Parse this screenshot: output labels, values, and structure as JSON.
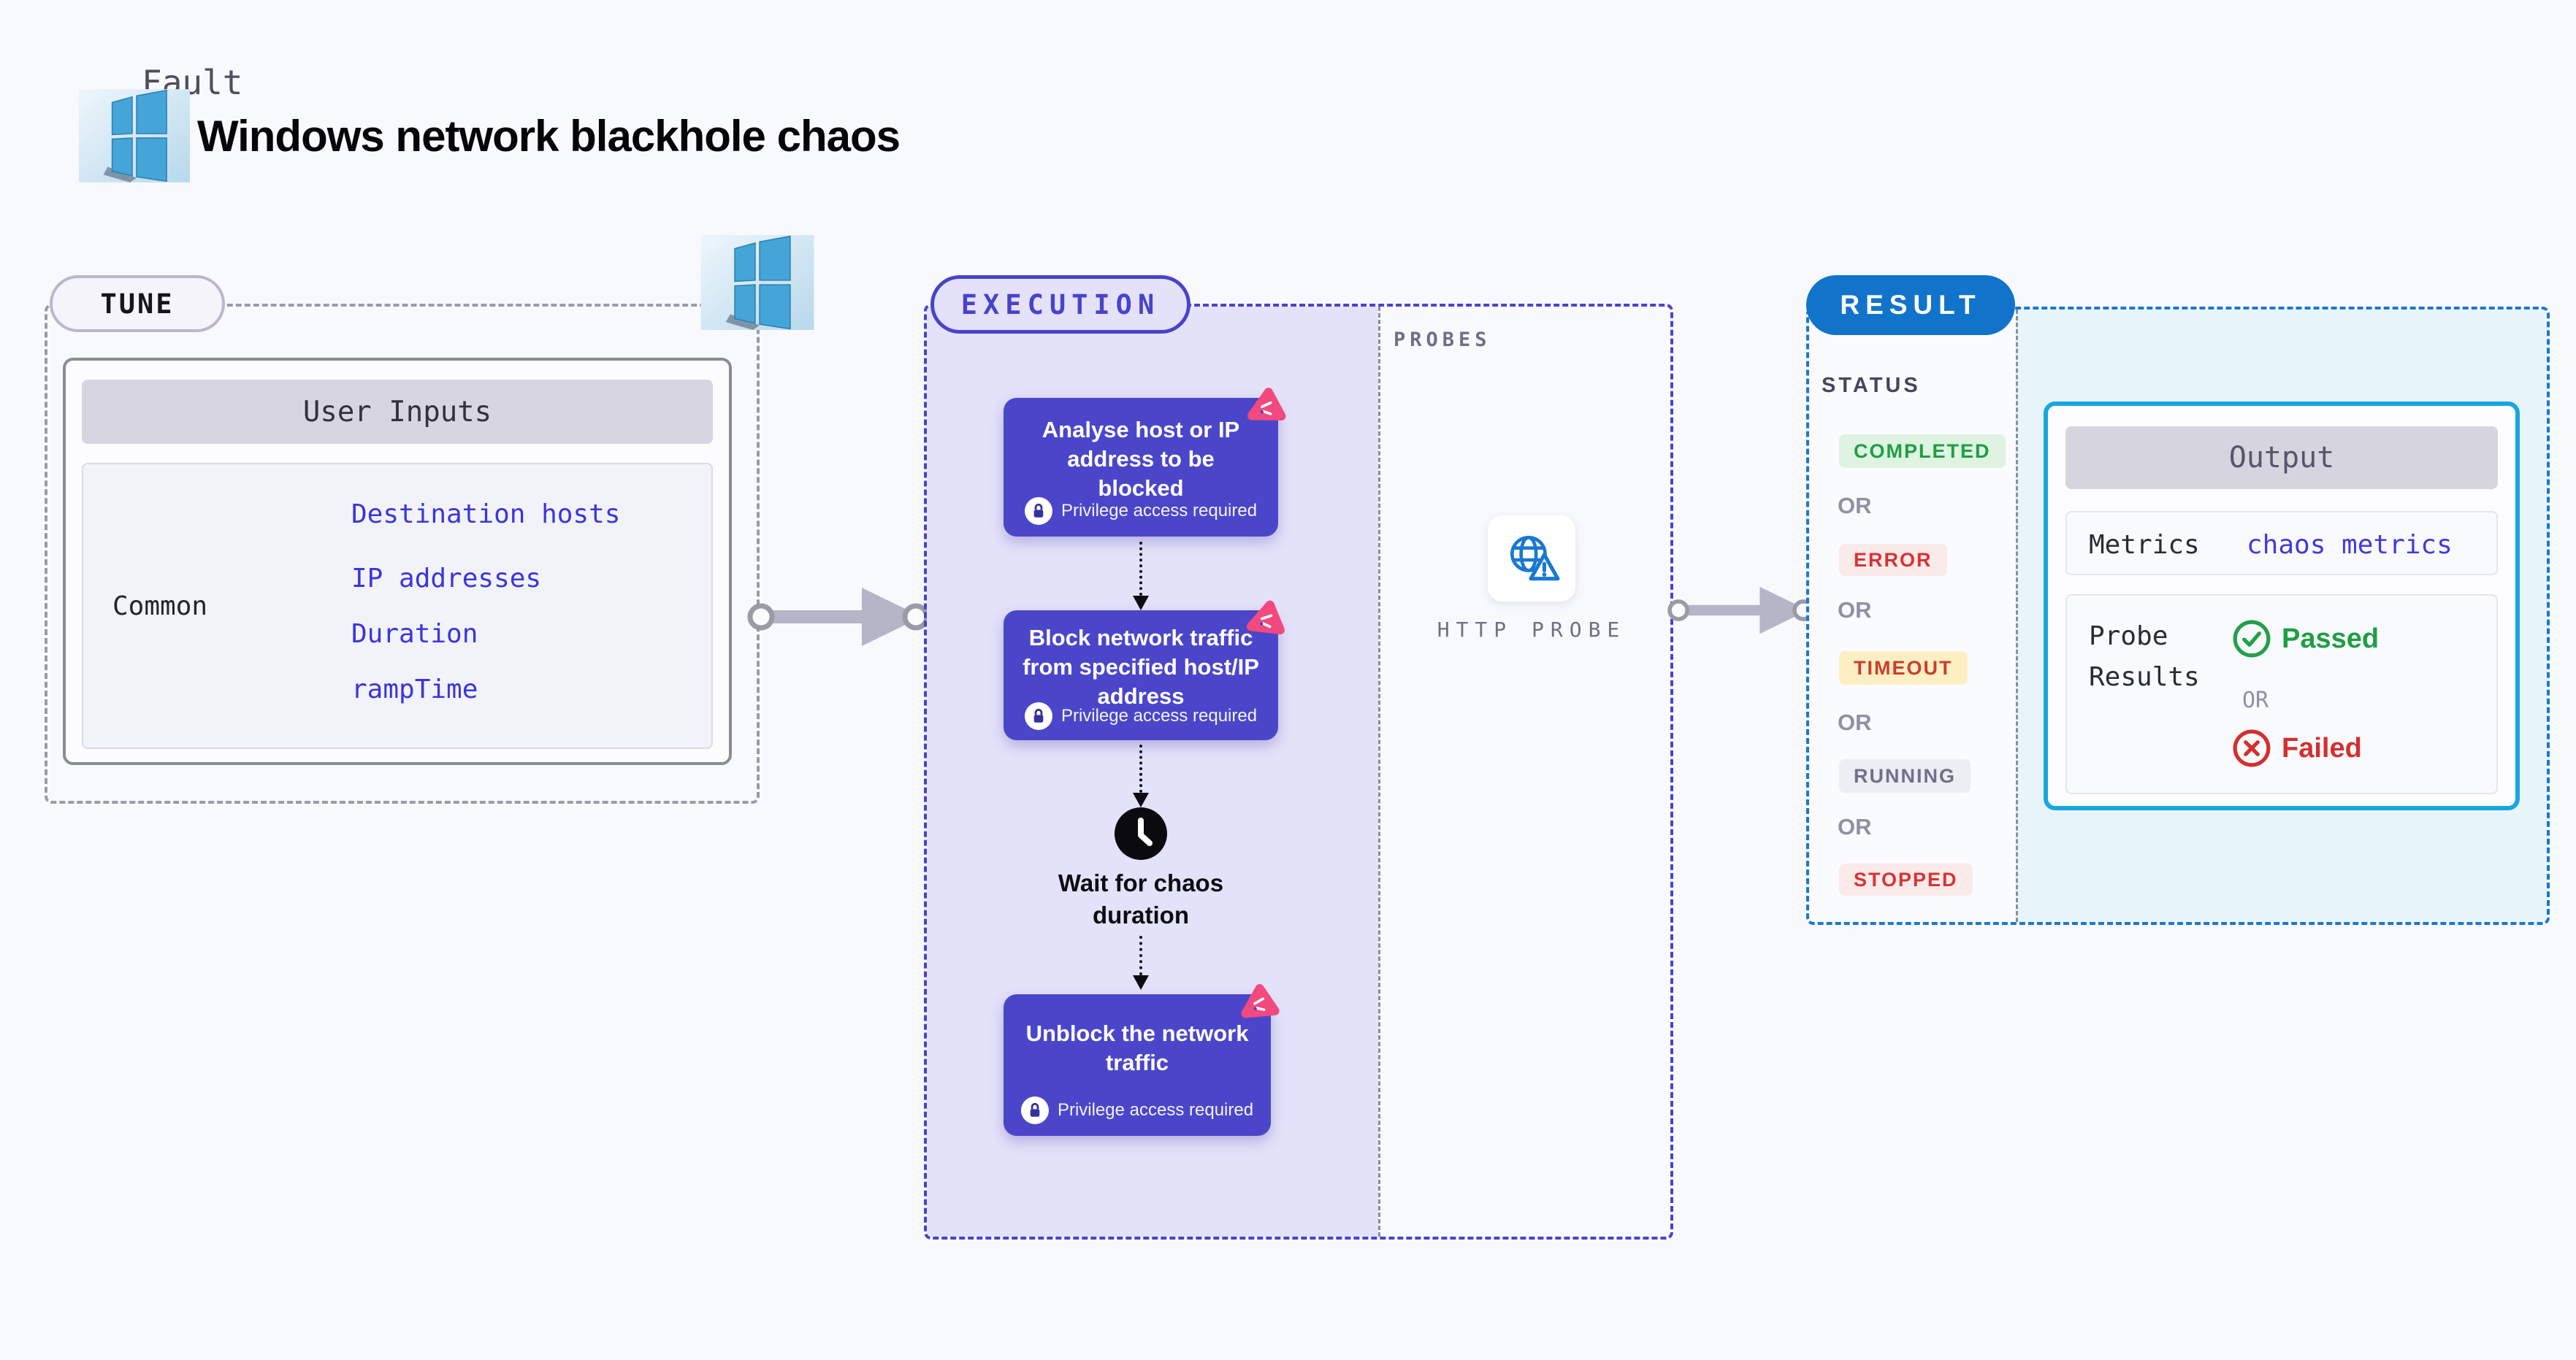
{
  "header": {
    "kicker": "Fault",
    "title": "Windows network blackhole chaos"
  },
  "tune": {
    "label": "TUNE",
    "table": {
      "header": "User Inputs",
      "row_label": "Common",
      "links": [
        "Destination hosts",
        "IP addresses",
        "Duration",
        "rampTime"
      ]
    }
  },
  "execution": {
    "label": "EXECUTION",
    "steps": [
      {
        "type": "action",
        "title": "Analyse host or IP address to be blocked",
        "badge": "Privilege access required"
      },
      {
        "type": "action",
        "title": "Block network traffic from specified host/IP address",
        "badge": "Privilege access required"
      },
      {
        "type": "wait",
        "title": "Wait for chaos duration"
      },
      {
        "type": "action",
        "title": "Unblock the network traffic",
        "badge": "Privilege access required"
      }
    ],
    "probes": {
      "section_label": "PROBES",
      "items": [
        {
          "label": "HTTP PROBE",
          "icon": "globe-warning-icon"
        }
      ]
    }
  },
  "result": {
    "label": "RESULT",
    "status": {
      "heading": "STATUS",
      "or_label": "OR",
      "items": [
        {
          "label": "COMPLETED",
          "fg": "#1f9e43",
          "bg": "#def3e1"
        },
        {
          "label": "ERROR",
          "fg": "#d63434",
          "bg": "#fbeaea"
        },
        {
          "label": "TIMEOUT",
          "fg": "#cd3b31",
          "bg": "#fcefc3"
        },
        {
          "label": "RUNNING",
          "fg": "#70708a",
          "bg": "#ededf4"
        },
        {
          "label": "STOPPED",
          "fg": "#d63434",
          "bg": "#fbeaea"
        }
      ]
    },
    "output": {
      "header": "Output",
      "metrics_label": "Metrics",
      "metrics_value": "chaos metrics",
      "probe_results_label": "Probe Results",
      "passed": "Passed",
      "or": "OR",
      "failed": "Failed"
    }
  },
  "colors": {
    "node_indigo": "#4b46c9",
    "execution_accent": "#4a42cb",
    "lavender": "#e3e2f9",
    "result_blue": "#1273cb",
    "cyan_border": "#17a6e4",
    "cyan_bg": "#e7f5fa",
    "litmus_pink": "#f2497f",
    "link_blue": "#3c34df",
    "arrow_gray": "#b5b5c7",
    "probe_icon_blue": "#1878d2"
  }
}
